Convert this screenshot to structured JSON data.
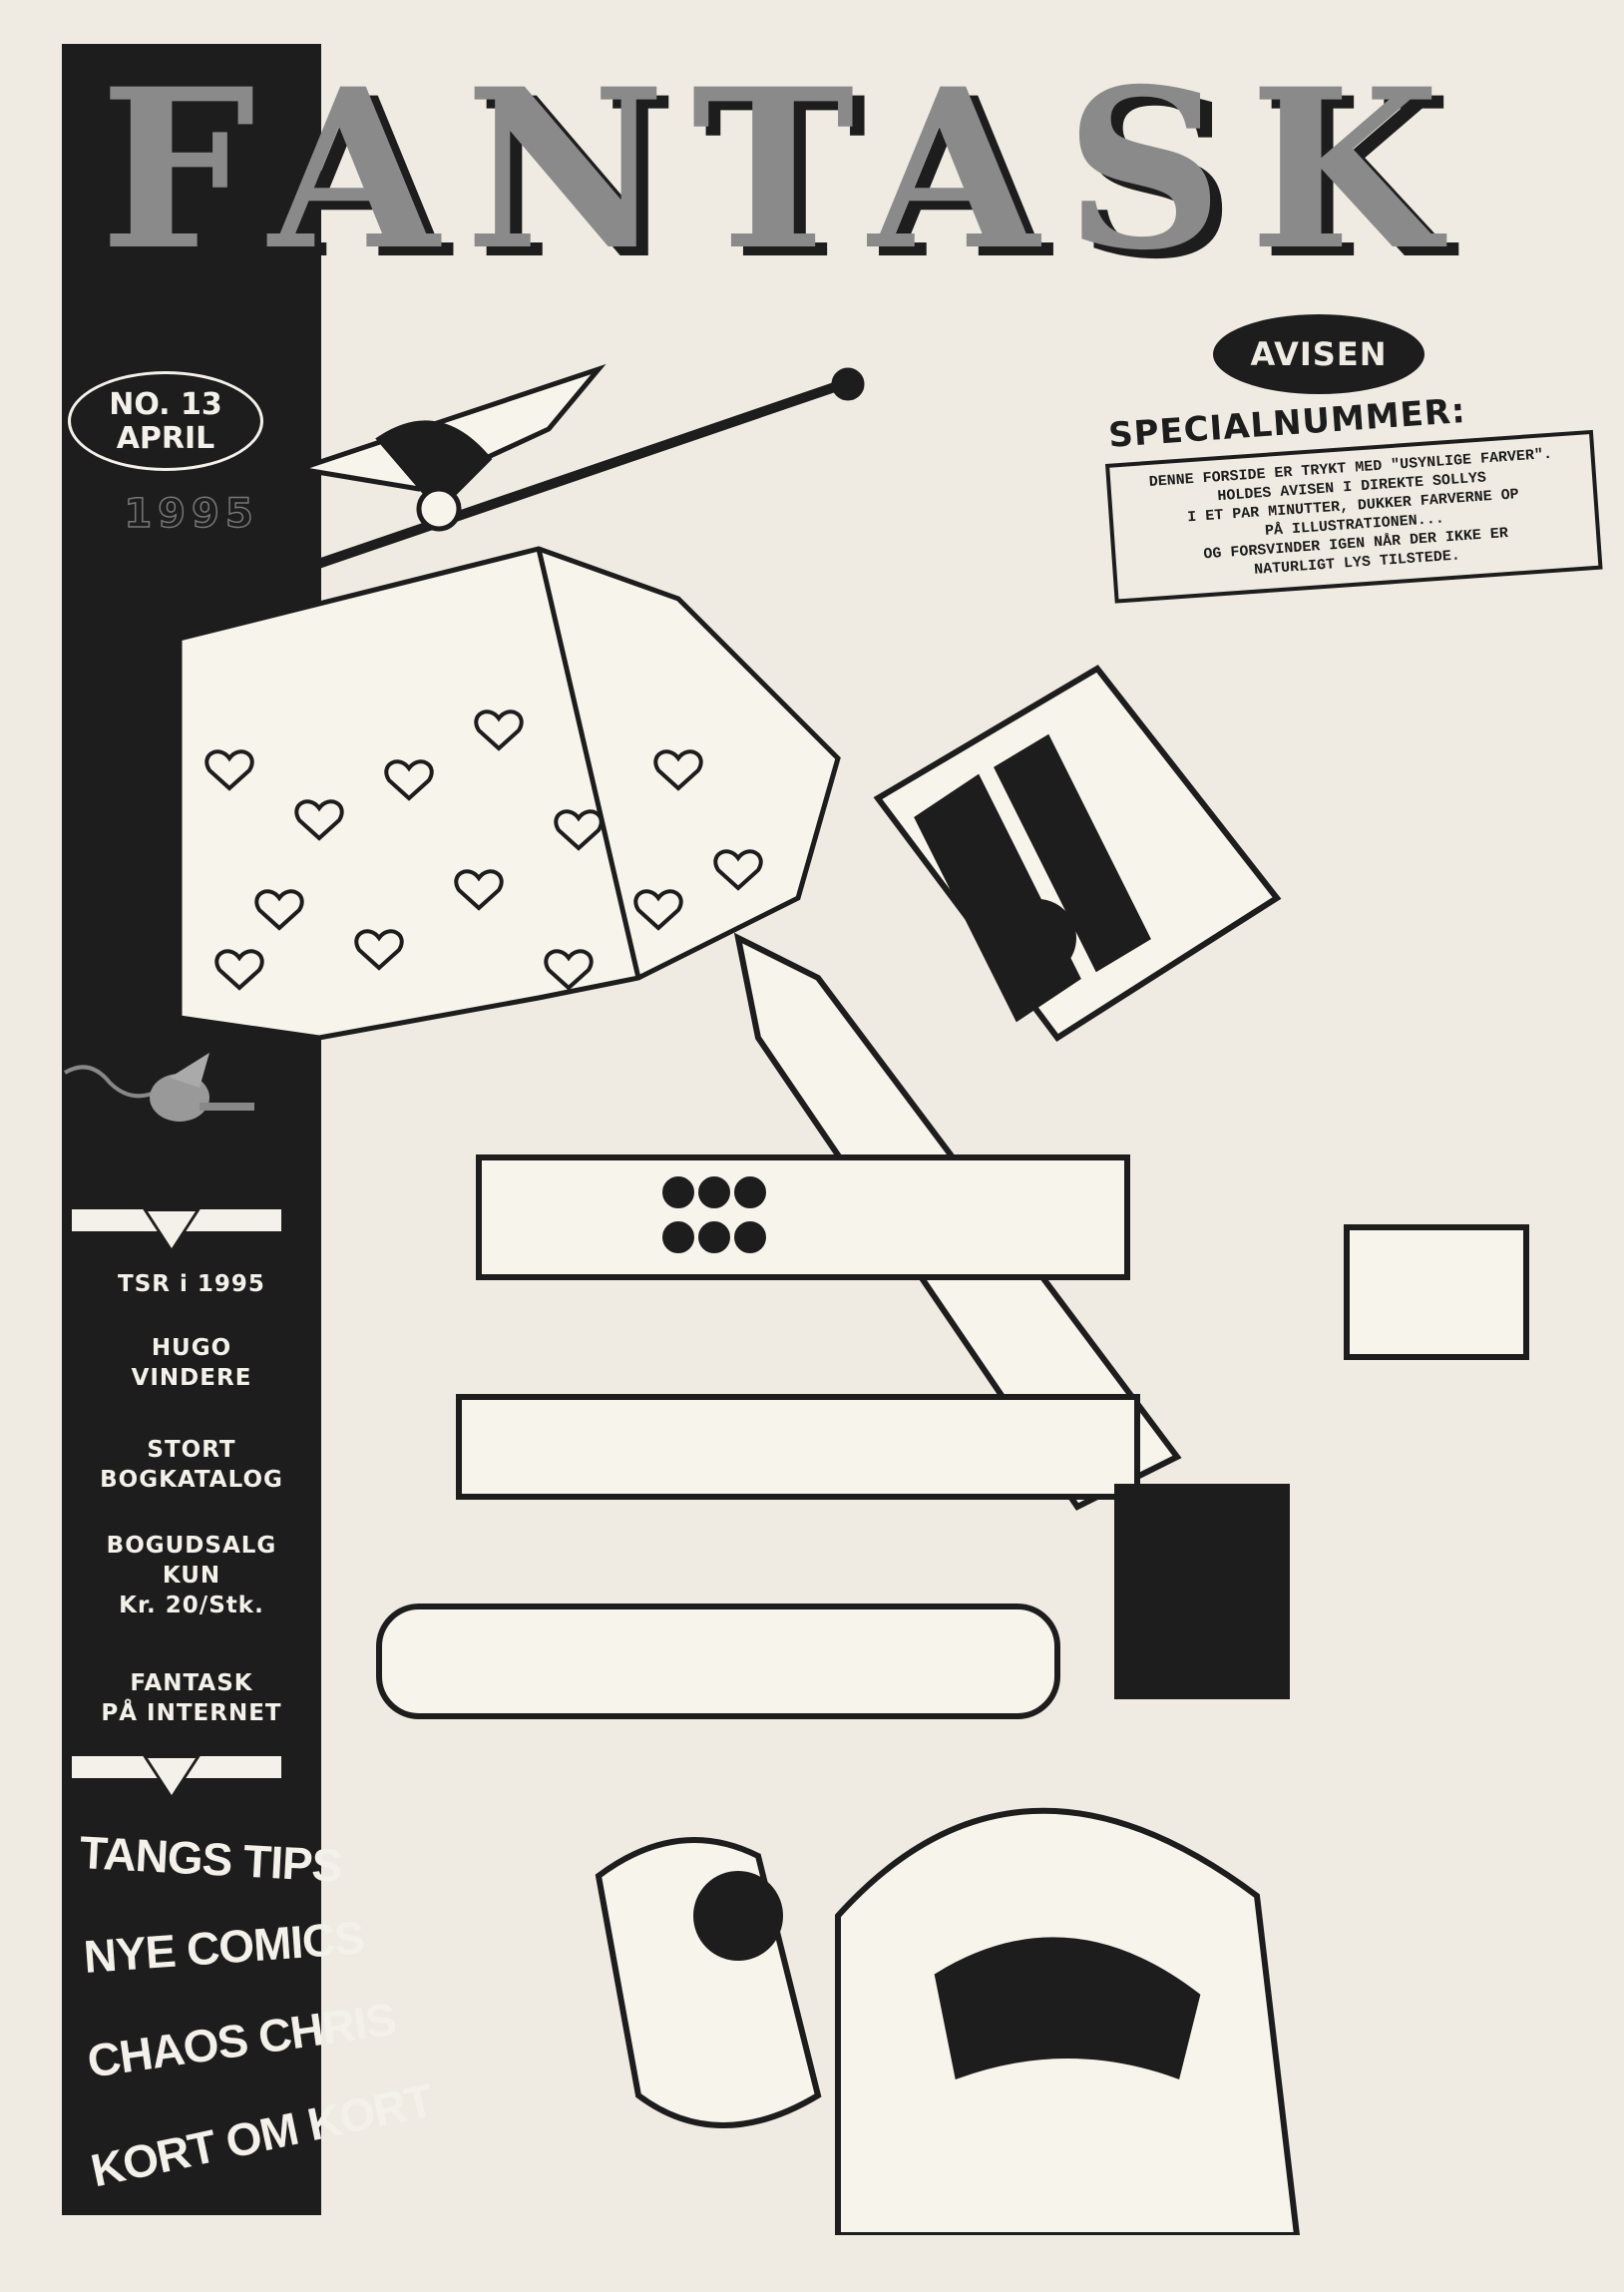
{
  "masthead": {
    "title": "FANTASK",
    "subtitle": "AVISEN"
  },
  "issue": {
    "number": "NO. 13",
    "month": "APRIL",
    "year": "1995"
  },
  "special": {
    "heading": "SPECIALNUMMER:",
    "lines": [
      "DENNE FORSIDE ER TRYKT MED \"USYNLIGE FARVER\".",
      "HOLDES AVISEN I DIREKTE SOLLYS",
      "I ET PAR MINUTTER, DUKKER FARVERNE OP",
      "PÅ ILLUSTRATIONEN...",
      "OG FORSVINDER IGEN NÅR DER IKKE ER",
      "NATURLIGT LYS TILSTEDE."
    ]
  },
  "sidebar": {
    "items": [
      {
        "line1": "TSR i 1995",
        "line2": ""
      },
      {
        "line1": "HUGO",
        "line2": "VINDERE"
      },
      {
        "line1": "STORT",
        "line2": "BOGKATALOG"
      },
      {
        "line1": "BOGUDSALG",
        "line2": "KUN",
        "line3": "Kr. 20/Stk."
      },
      {
        "line1": "FANTASK",
        "line2": "PÅ INTERNET"
      }
    ],
    "diagonal": [
      "TANGS TIPS",
      "NYE COMICS",
      "CHAOS CHRIS",
      "KORT OM KORT"
    ]
  },
  "colors": {
    "ink": "#1d1d1d",
    "paper": "#efebe2",
    "grey": "#8a8a8a"
  }
}
